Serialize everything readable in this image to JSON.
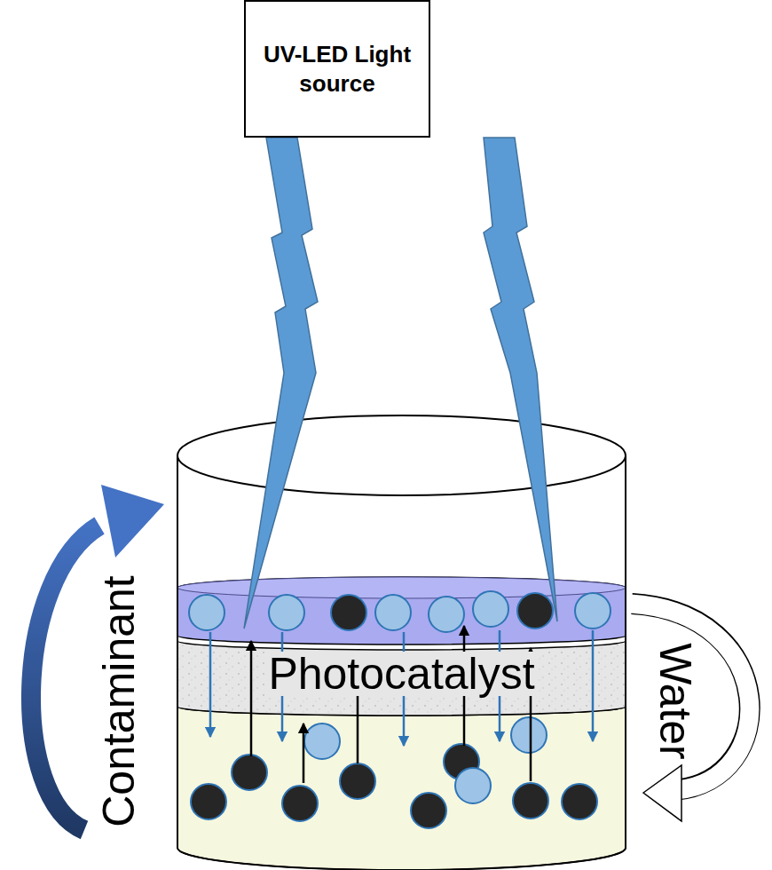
{
  "diagram": {
    "nodes": [
      {
        "text": [
          "UV-LED Light source"
        ]
      },
      {
        "text": [
          "Photocatalyst"
        ]
      }
    ],
    "labels": [
      "Contaminant",
      "Water"
    ]
  }
}
